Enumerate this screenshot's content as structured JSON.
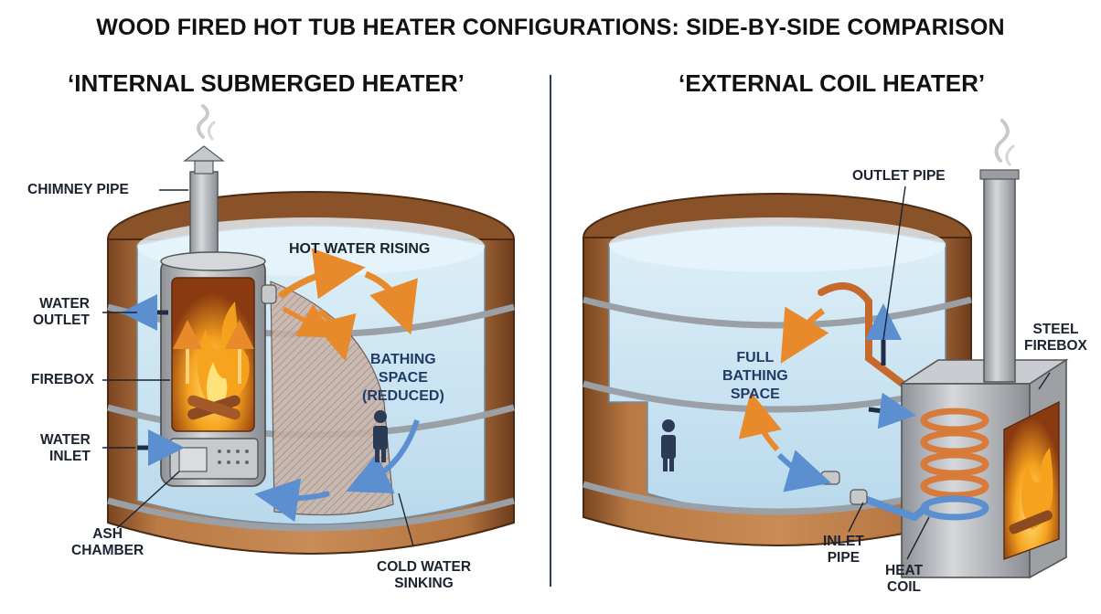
{
  "header": {
    "title": "WOOD FIRED HOT TUB HEATER CONFIGURATIONS: SIDE-BY-SIDE COMPARISON"
  },
  "left_panel": {
    "heading": "‘INTERNAL SUBMERGED HEATER’",
    "labels": {
      "chimney_pipe": "CHIMNEY PIPE",
      "water_outlet": "WATER\nOUTLET",
      "firebox": "FIREBOX",
      "water_inlet": "WATER\nINLET",
      "ash_chamber": "ASH\nCHAMBER",
      "hot_water_rising": "HOT WATER RISING",
      "bathing_space": "BATHING\nSPACE\n(REDUCED)",
      "cold_water_sinking": "COLD WATER\nSINKING"
    }
  },
  "right_panel": {
    "heading": "‘EXTERNAL COIL HEATER’",
    "labels": {
      "outlet_pipe": "OUTLET PIPE",
      "steel_firebox": "STEEL\nFIREBOX",
      "full_bathing_space": "FULL\nBATHING\nSPACE",
      "inlet_pipe": "INLET\nPIPE",
      "heat_coil": "HEAT\nCOIL"
    }
  },
  "colors": {
    "wood": "#a8683a",
    "wood_dark": "#6e3f1f",
    "water": "#cfe6f3",
    "steel": "#b9bcc0",
    "hot_arrow": "#e88a2c",
    "cold_arrow": "#5b8fd0",
    "copper": "#d77a3a",
    "flame": "#f39a1e"
  }
}
